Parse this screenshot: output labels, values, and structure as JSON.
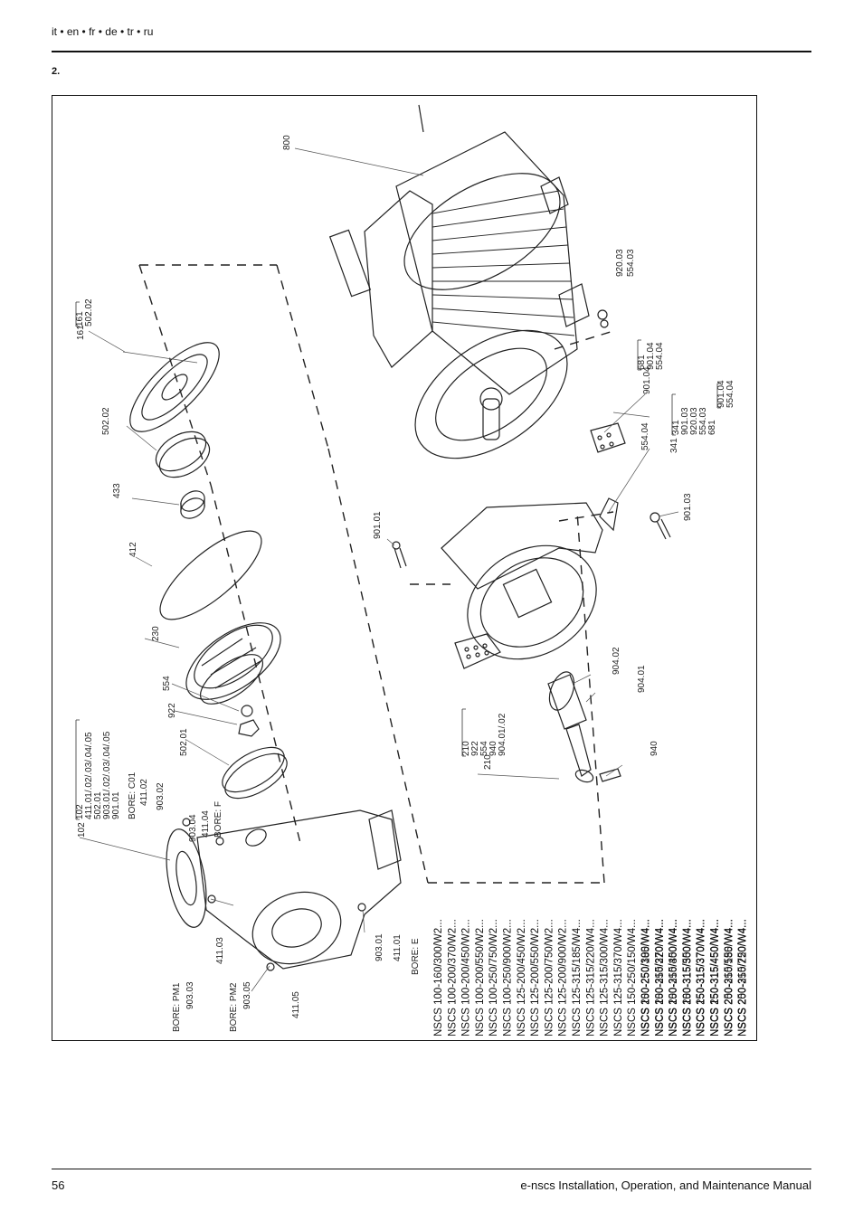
{
  "header": {
    "languages": "it • en • fr • de • tr • ru"
  },
  "section": {
    "number": "2."
  },
  "figure": {
    "part_labels": {
      "p800": "800",
      "p161": "161",
      "p502_02a": "502.02",
      "p502_02b": "502.02",
      "p433": "433",
      "p412": "412",
      "p230": "230",
      "p554": "554",
      "p922": "922",
      "p502_01": "502.01",
      "p903_02": "903.02",
      "p411_02": "411.02",
      "bore_c01": "BORE: C01",
      "p903_04": "903.04",
      "p411_04": "411.04",
      "bore_f": "BORE: F",
      "p102": "102",
      "p903_03": "903.03",
      "p411_03": "411.03",
      "bore_pm1": "BORE: PM1",
      "p903_05": "903.05",
      "bore_pm2": "BORE: PM2",
      "p411_05": "411.05",
      "p903_01": "903.01",
      "p411_01": "411.01",
      "bore_e": "BORE: E",
      "p901_01": "901.01",
      "p901_03": "901.03",
      "p904_02": "904.02",
      "p904_01": "904.01",
      "p940": "940",
      "p210": "210",
      "p341": "341",
      "p681": "681",
      "p554_04": "554.04",
      "p901_04": "901.04",
      "p920_03": "920.03",
      "p554_03": "554.03"
    },
    "group_lists": {
      "g102": [
        "102",
        "411.01/.02/.03/.04/.05",
        "502.01",
        "903.01/.02/.03/.04/.05",
        "901.01"
      ],
      "g161": [
        "161",
        "502.02"
      ],
      "g210": [
        "210",
        "922",
        "554",
        "940",
        "904.01/.02"
      ],
      "g681": [
        "681",
        "901.04",
        "554.04"
      ],
      "g341": [
        "341",
        "901.03",
        "920.03",
        "554.03",
        "681",
        "901.04",
        "554.04"
      ]
    },
    "models_col1": [
      "NSCS 100-160/300/W2...",
      "NSCS 100-200/370/W2...",
      "NSCS 100-200/450/W2...",
      "NSCS 100-200/550/W2...",
      "NSCS 100-250/750/W2...",
      "NSCS 100-250/900/W2...",
      "NSCS 125-200/450/W2...",
      "NSCS 125-200/550/W2...",
      "NSCS 125-200/750/W2...",
      "NSCS 125-200/900/W2...",
      "NSCS 125-315/185/W4...",
      "NSCS 125-315/220/W4...",
      "NSCS 125-315/300/W4...",
      "NSCS 125-315/370/W4...",
      "NSCS 150-250/150/W4...",
      "NSCS 150-250/185/W4...",
      "NSCS 150-250/220/W4...",
      "NSCS 150-250/300/W4...",
      "NSCS 150-315/300/W4...",
      "NSCS 150-315/370/W4...",
      "NSCS 150-315/450/W4...",
      "NSCS 200-250/185/W4...",
      "NSCS 200-250/220/W4..."
    ],
    "models_col2": [
      "NSCS 200-250/300/W4...",
      "NSCS 200-315/370/W4...",
      "NSCS 200-315/450/W4...",
      "NSCS 200-315/550/W4...",
      "NSCS 250-315/370/W4...",
      "NSCS 250-315/450/W4...",
      "NSCS 250-315/550/W4...",
      "NSCS 250-315/750/W4..."
    ]
  },
  "footer": {
    "page_number": "56",
    "manual_title": "e-nscs Installation, Operation, and Maintenance Manual"
  }
}
